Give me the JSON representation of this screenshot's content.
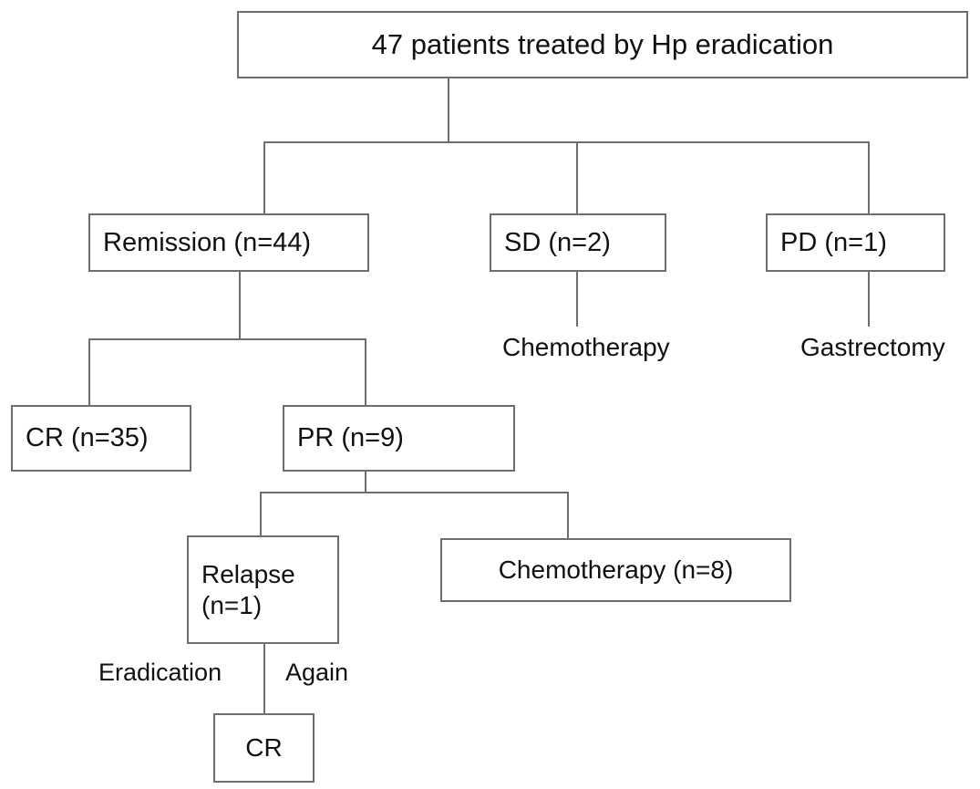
{
  "figure": {
    "type": "flowchart",
    "title": "47 patients treated by Hp eradication",
    "orientation": "top-down",
    "colors": {
      "box_border": "#6e6e6e",
      "connector": "#6e6e6e",
      "text": "#111111",
      "background": "#ffffff"
    }
  },
  "nodes": {
    "root": {
      "label": "47 patients treated by Hp eradication",
      "n": 47
    },
    "remission": {
      "label": "Remission (n=44)",
      "n": 44
    },
    "sd": {
      "label": "SD (n=2)",
      "n": 2
    },
    "pd": {
      "label": "PD (n=1)",
      "n": 1
    },
    "cr_major": {
      "label": "CR (n=35)",
      "n": 35
    },
    "pr": {
      "label": "PR (n=9)",
      "n": 9
    },
    "relapse": {
      "label": "Relapse\n(n=1)",
      "n": 1
    },
    "chemotherapy_n8": {
      "label": "Chemotherapy (n=8)",
      "n": 8
    },
    "cr_final": {
      "label": "CR"
    }
  },
  "leaf_labels": {
    "sd_outcome": "Chemotherapy",
    "pd_outcome": "Gastrectomy"
  },
  "edge_labels": {
    "eradication": "Eradication",
    "again": "Again"
  },
  "flow": [
    {
      "from": "root",
      "to": "remission"
    },
    {
      "from": "root",
      "to": "sd"
    },
    {
      "from": "root",
      "to": "pd"
    },
    {
      "from": "sd",
      "to": "sd_outcome"
    },
    {
      "from": "pd",
      "to": "pd_outcome"
    },
    {
      "from": "remission",
      "to": "cr_major"
    },
    {
      "from": "remission",
      "to": "pr"
    },
    {
      "from": "pr",
      "to": "relapse"
    },
    {
      "from": "pr",
      "to": "chemotherapy_n8"
    },
    {
      "from": "relapse",
      "to": "cr_final",
      "label": "Eradication Again"
    }
  ]
}
